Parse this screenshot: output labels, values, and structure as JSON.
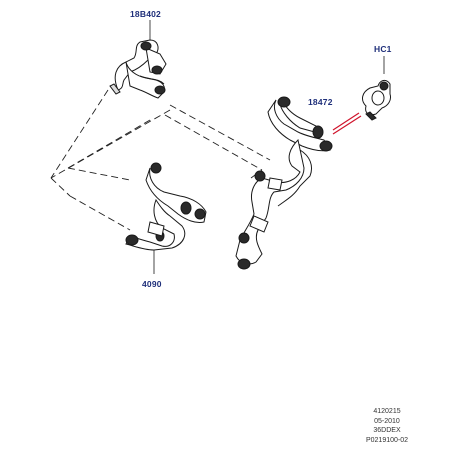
{
  "callouts": {
    "upper_hose": "18B402",
    "clip": "HC1",
    "main_hose": "18472",
    "lower_hose": "4090"
  },
  "footer": {
    "line1": "4120215",
    "line2": "05-2010",
    "line3": "36DDEX",
    "line4": "P0219100-02"
  },
  "colors": {
    "callout_text": "#1f2f7a",
    "pointer_red": "#d0142c",
    "outline": "#1a1a1a"
  }
}
